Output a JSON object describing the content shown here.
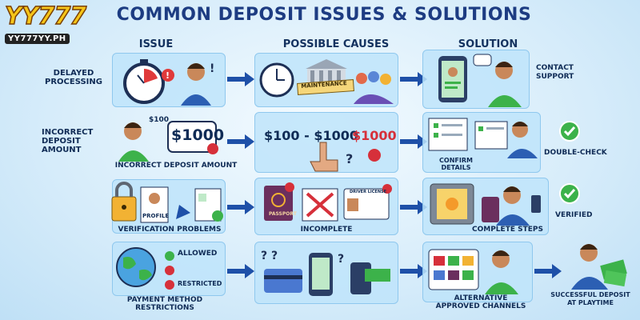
{
  "brand": {
    "logo_main": "YY777",
    "logo_sub": "YY777YY.PH"
  },
  "title": "COMMON DEPOSIT ISSUES & SOLUTIONS",
  "headers": {
    "issue": "ISSUE",
    "causes": "POSSIBLE CAUSES",
    "solution": "SOLUTION"
  },
  "rows": [
    {
      "issue": "DELAYED\nPROCESSING",
      "cause_sign": "MAINTENANCE",
      "solution": "CONTACT\nSUPPORT"
    },
    {
      "issue": "INCORRECT\nDEPOSIT\nAMOUNT",
      "issue_caption": "INCORRECT DEPOSIT AMOUNT",
      "small_amt": "$100",
      "big_amt": "$1000",
      "cause_text_a": "$100 - $1000",
      "cause_text_b": "$1000",
      "cause_caption": "CONFIRM\nDETAILS",
      "solution": "DOUBLE-CHECK"
    },
    {
      "issue": "VERIFICATION PROBLEMS",
      "profile": "PROFILE",
      "cause": "INCOMPLETE",
      "passport": "PASSPORT",
      "license": "DRIVER LICENSE",
      "solution": "COMPLETE STEPS",
      "solution_right": "VERIFIED"
    },
    {
      "issue": "PAYMENT METHOD\nRESTRICTIONS",
      "allowed": "ALLOWED",
      "restricted": "RESTRICTED",
      "solution": "ALTERNATIVE\nAPPROVED CHANNELS",
      "success": "SUCCESSFUL DEPOSIT\nAT PLAYTIME"
    }
  ],
  "colors": {
    "panel": "#bee4fa",
    "arrow": "#1e50a8",
    "check": "#3cb24a",
    "cross": "#d6303a",
    "title": "#1d3c82"
  }
}
